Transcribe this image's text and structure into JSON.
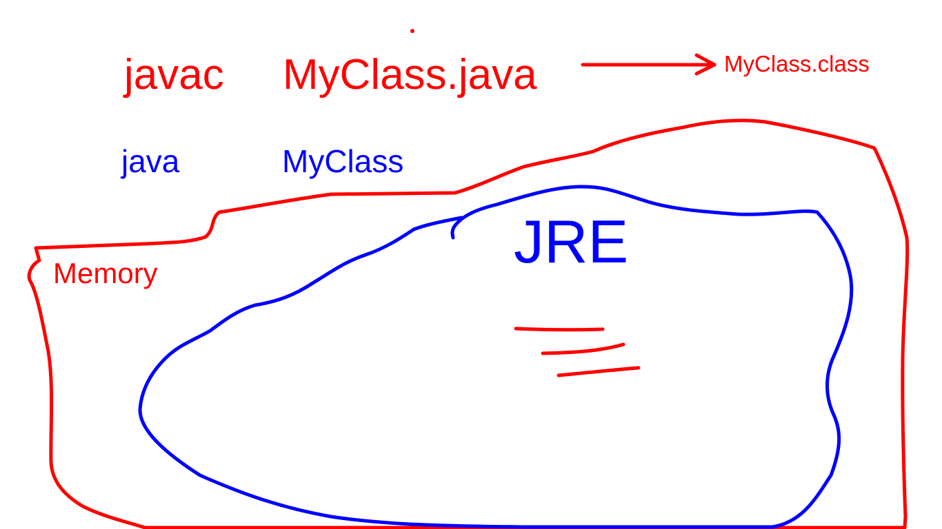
{
  "labels": {
    "compile_command": "javac",
    "source_file": "MyClass.java",
    "compiled_file": "MyClass.class",
    "run_command": "java",
    "class_name": "MyClass",
    "memory": "Memory",
    "jre": "JRE"
  },
  "colors": {
    "red": "#fe0000",
    "blue": "#0000fe",
    "background": "#ffffff"
  }
}
